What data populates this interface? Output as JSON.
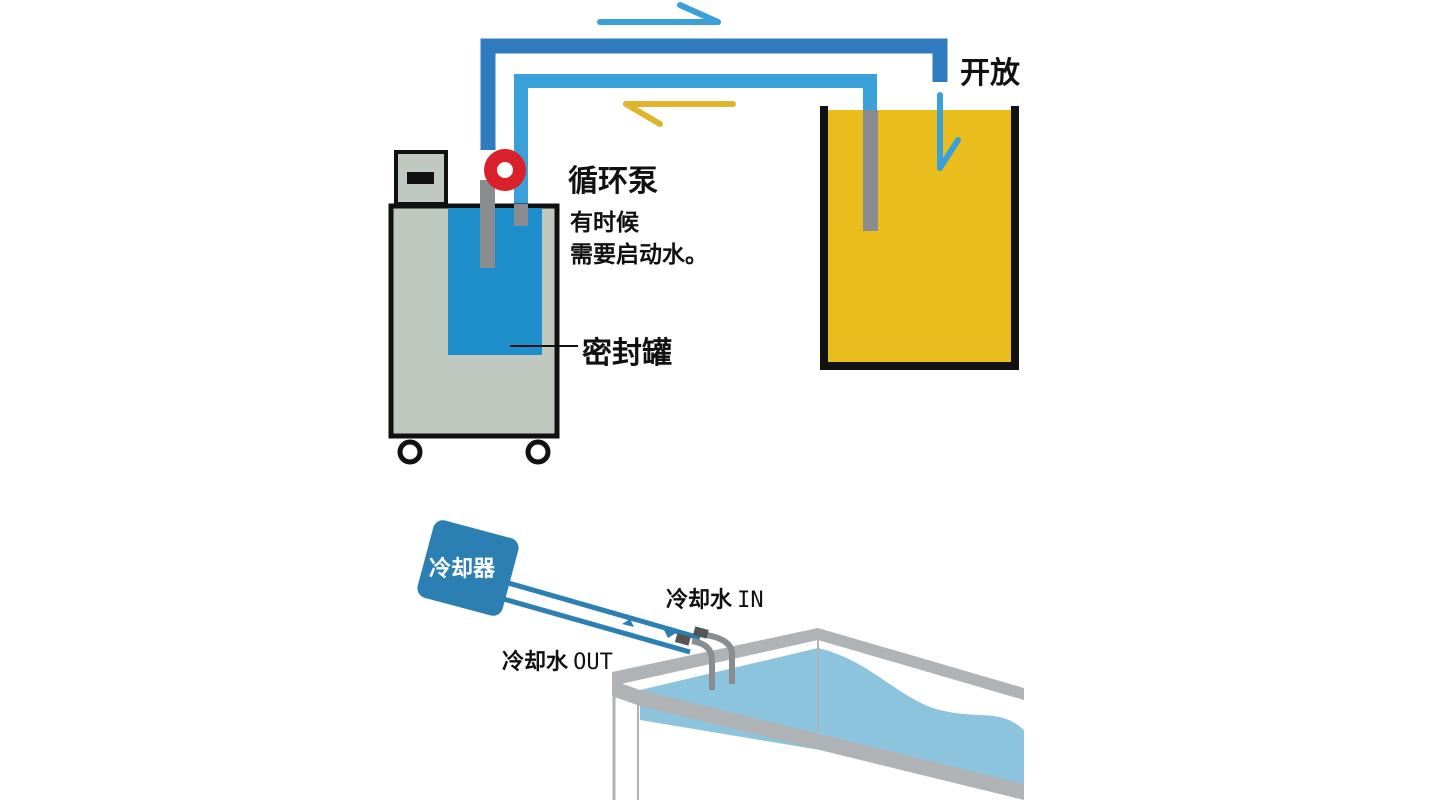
{
  "labels": {
    "open": "开放",
    "pump": "循环泵",
    "note_line1": "有时候",
    "note_line2": "需要启动水。",
    "tank": "密封罐",
    "cooler": "冷却器",
    "water_in_cjk": "冷却水",
    "water_in_en": "IN",
    "water_out_cjk": "冷却水",
    "water_out_en": "OUT"
  },
  "colors": {
    "pipe_outer": "#2f7bc0",
    "pipe_inner": "#3aa0d8",
    "tank_water": "#1f8fcb",
    "chiller_body": "#c0c9bf",
    "pump": "#d9202b",
    "open_tank_fluid": "#e9bd1c",
    "arrow_return": "#e0b52c",
    "cooler_box": "#2b7fb3",
    "bath_water": "#8cc3dd",
    "bath_rim": "#b0b3b5"
  }
}
